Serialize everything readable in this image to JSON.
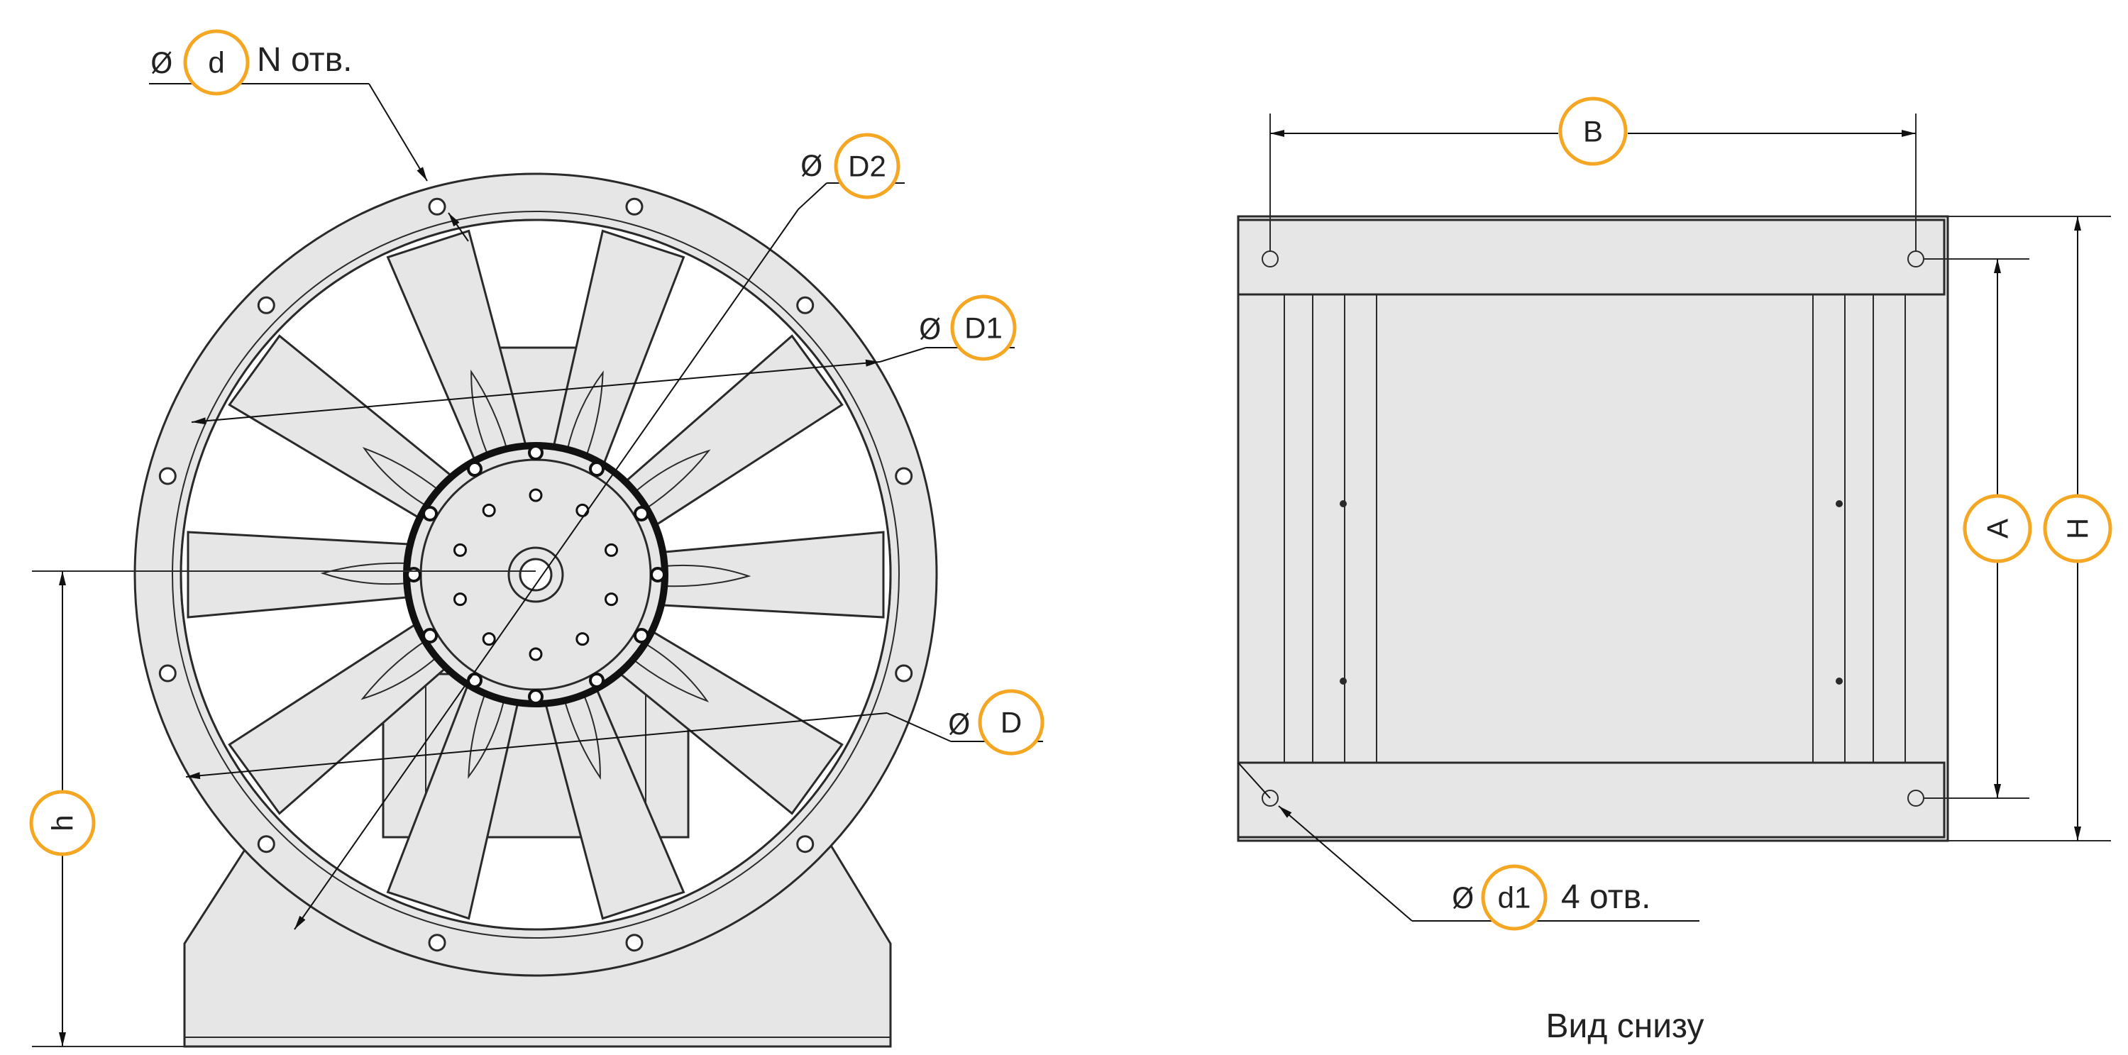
{
  "front_view": {
    "hole_callout": {
      "diameter_sign": "Ø",
      "badge": "d",
      "suffix": "N отв."
    },
    "callouts": [
      {
        "diameter_sign": "Ø",
        "badge": "D2"
      },
      {
        "diameter_sign": "Ø",
        "badge": "D1"
      },
      {
        "diameter_sign": "Ø",
        "badge": "D"
      }
    ],
    "height_badge": "h",
    "blade_count": 10
  },
  "bottom_view": {
    "width_badge": "B",
    "inner_height_badge": "A",
    "outer_height_badge": "H",
    "hole_callout": {
      "diameter_sign": "Ø",
      "badge": "d1",
      "suffix": "4 отв."
    },
    "caption": "Вид снизу"
  },
  "colors": {
    "accent": "#f5a623",
    "fill": "#e6e6e6",
    "line": "#2a2a2a"
  }
}
